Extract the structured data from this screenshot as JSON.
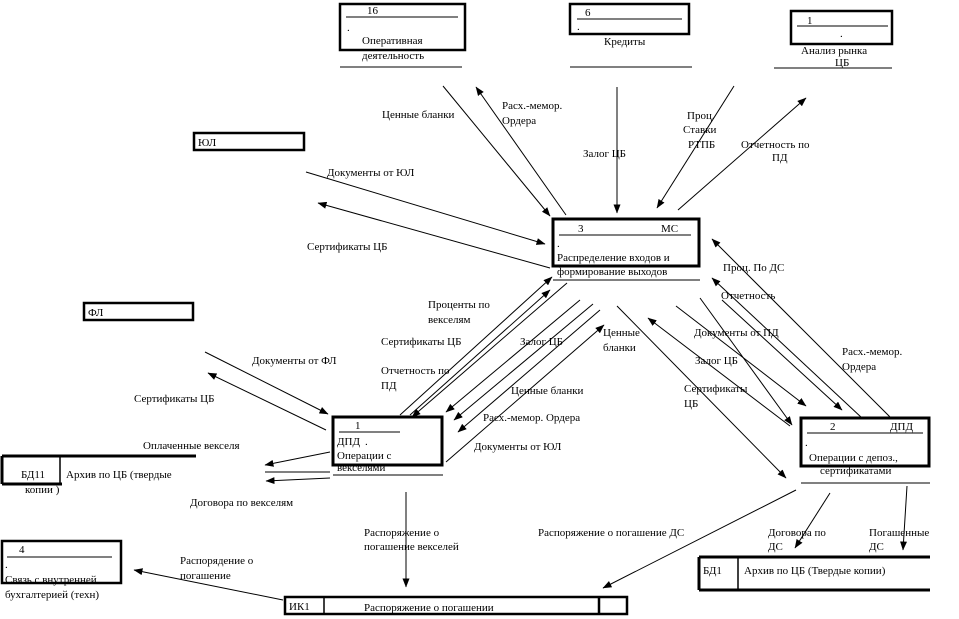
{
  "entities": {
    "e16": {
      "num": "16",
      "name_l1": "Оперативная",
      "name_l2": "деятельность"
    },
    "e6": {
      "num": "6",
      "name": "Кредиты"
    },
    "e1": {
      "num": "1",
      "name_l1": "Анализ рынка",
      "name_l2": "ЦБ"
    },
    "ul": {
      "name": "ЮЛ"
    },
    "fl": {
      "name": "ФЛ"
    },
    "e4": {
      "num": "4",
      "name_l1": "Связь с внутренней",
      "name_l2": "бухгалтерией (техн)"
    }
  },
  "processes": {
    "p3": {
      "num": "3",
      "tag": "МС",
      "name_l1": "Распределение входов и",
      "name_l2": "формирование выходов"
    },
    "p1": {
      "num": "1",
      "tag": "ДПД",
      "name_l1": "Операции с",
      "name_l2": "векселями"
    },
    "p2": {
      "num": "2",
      "tag": "ДПД",
      "name_l1": "Операции с депоз.,",
      "name_l2": "сертификатами"
    }
  },
  "stores": {
    "bd11": {
      "id": "БД11",
      "name_l1": "Архив по ЦБ (твердые",
      "name_l2": "копии )"
    },
    "bd1": {
      "id": "БД1",
      "name": "Архив по ЦБ (Твердые копии)"
    },
    "ik1": {
      "id": "ИК1",
      "name": "Распоряжение о погашении"
    }
  },
  "flows": {
    "cennye_blanki_top": "Ценные бланки",
    "rash_memor_l1": "Расх.-мемор.",
    "rash_memor_l2": "Ордера",
    "zalog_cb_top": "Залог ЦБ",
    "proc_stavki_l1": "Проц.",
    "proc_stavki_l2": "Ставки",
    "proc_stavki_l3": "РТПБ",
    "otchet_pd_l1": "Отчетность по",
    "otchet_pd_l2": "ПД",
    "docs_ul_top": "Документы от ЮЛ",
    "sert_cb_ul": "Сертификаты ЦБ",
    "proc_ds": "Проц. По ДС",
    "otchetnost": "Отчетность",
    "proc_veks_l1": "Проценты по",
    "proc_veks_l2": "векселям",
    "sert_cb_mid": "Сертификаты ЦБ",
    "zalog_cb_mid": "Залог ЦБ",
    "otchet_po_l1": "Отчетность по",
    "otchet_po_l2": "ПД",
    "cennye_blanki_mid": "Ценные бланки",
    "rash_memor_mid": "Расх.-мемор. Ордера",
    "docs_ul_mid": "Документы от ЮЛ",
    "cennye_blanki_r_l1": "Ценные",
    "cennye_blanki_r_l2": "бланки",
    "docs_pd": "Документы от ПД",
    "zalog_cb_r": "Залог ЦБ",
    "sert_cb_r_l1": "Сертификаты",
    "sert_cb_r_l2": "ЦБ",
    "rash_memor_r_l1": "Расх.-мемор.",
    "rash_memor_r_l2": "Ордера",
    "docs_fl": "Документы от ФЛ",
    "sert_cb_fl": "Сертификаты ЦБ",
    "oplach_veks": "Оплаченные векселя",
    "dogovora_veks": "Договора по векселям",
    "rasp_pog_veks_l1": "Распоряжение о",
    "rasp_pog_veks_l2": "погашение векселей",
    "rasp_pog_ds": "Распоряжение о погашение ДС",
    "rasp_pog_l1": "Распорядение о",
    "rasp_pog_l2": "погашение",
    "dogovora_ds_l1": "Договора по",
    "dogovora_ds_l2": "ДС",
    "pogash_ds_l1": "Погашенные",
    "pogash_ds_l2": "ДС"
  }
}
